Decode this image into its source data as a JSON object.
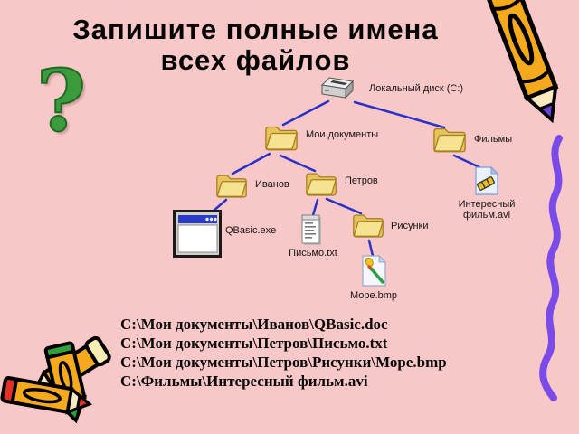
{
  "slide": {
    "title_line1": "Запишите полные имена",
    "title_line2": "всех файлов",
    "question_mark": "?"
  },
  "tree": {
    "nodes": [
      {
        "id": "disk-c",
        "icon": "hard-disk-icon",
        "label": "Локальный диск (C:)"
      },
      {
        "id": "my-documents",
        "icon": "folder-icon",
        "label": "Мои документы"
      },
      {
        "id": "films",
        "icon": "folder-icon",
        "label": "Фильмы"
      },
      {
        "id": "ivanov",
        "icon": "folder-icon",
        "label": "Иванов"
      },
      {
        "id": "petrov",
        "icon": "folder-icon",
        "label": "Петров"
      },
      {
        "id": "qbasic",
        "icon": "program-window-icon",
        "label": "QBasic.exe"
      },
      {
        "id": "pismo",
        "icon": "text-file-icon",
        "label": "Письмо.txt"
      },
      {
        "id": "risunki",
        "icon": "folder-icon",
        "label": "Рисунки"
      },
      {
        "id": "film-avi",
        "icon": "video-file-icon",
        "label": "Интересный фильм.avi"
      },
      {
        "id": "more-bmp",
        "icon": "image-file-icon",
        "label": "Море.bmp"
      }
    ]
  },
  "answers": {
    "lines": [
      "C:\\Мои документы\\Иванов\\QBasic.doc",
      "C:\\Мои документы\\Петров\\Письмо.txt",
      "C:\\Мои документы\\Петров\\Рисунки\\Море.bmp",
      "C:\\Фильмы\\Интересный фильм.avi"
    ]
  },
  "colors": {
    "background": "#F8C8C8",
    "connector_blue": "#2832C8",
    "folder_yellow": "#F6E392",
    "title_black": "#050505",
    "question_green": "#3C9B3C",
    "squiggle_purple": "#7A4BE8",
    "pencil_orange": "#F5A91C"
  }
}
